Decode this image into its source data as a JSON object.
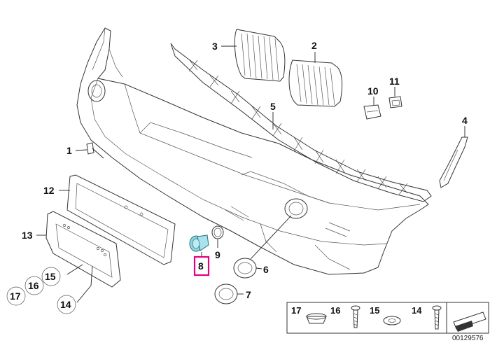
{
  "callouts": {
    "c1": "1",
    "c2": "2",
    "c3": "3",
    "c4": "4",
    "c5": "5",
    "c6": "6",
    "c7": "7",
    "c8": "8",
    "c9": "9",
    "c10": "10",
    "c11": "11",
    "c12": "12",
    "c13": "13",
    "c14": "14",
    "c15": "15",
    "c16": "16",
    "c17": "17"
  },
  "footer_legend": {
    "f17": "17",
    "f16": "16",
    "f15": "15",
    "f14": "14"
  },
  "doc_number": "00129576",
  "colors": {
    "highlight": "#e6007e",
    "sensor": "#8fd7e3",
    "line": "#333333"
  },
  "highlighted_part": "8"
}
